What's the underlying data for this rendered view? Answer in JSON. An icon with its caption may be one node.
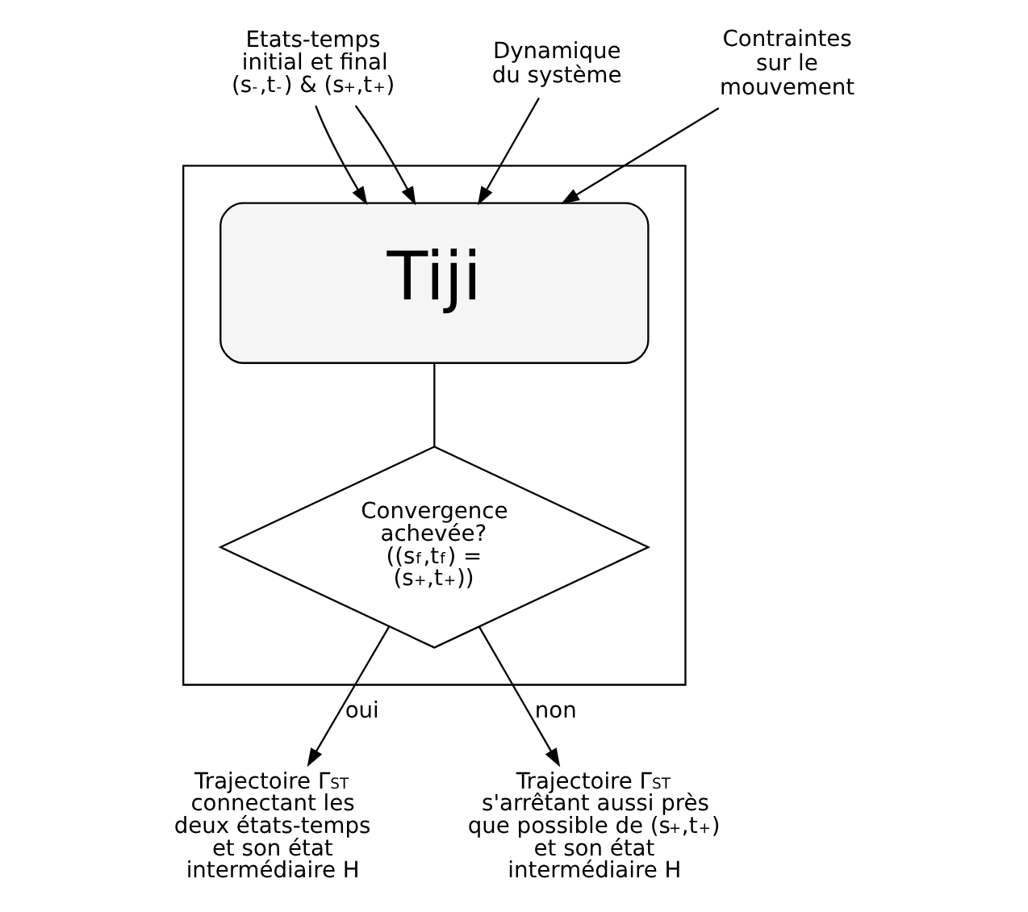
{
  "diagram": {
    "nodes": [
      {
        "text": [],
        "shape": "box"
      },
      {
        "text": [
          "Tiji"
        ],
        "in": 0
      },
      {
        "text": [
          "Convergence achevée? ((s$_{f}$,t$_{f}$) = (s$_{+}$,t$_{+}$))"
        ],
        "in": 0
      },
      {
        "text": [
          "Etats-temps initial et final (s$_{-}$,t$_{-}$) & (s$_{+}$,t$_{+}$)"
        ]
      },
      {
        "text": [
          "Dynamique du système"
        ]
      },
      {
        "text": [
          "Contraintes sur le mouvement"
        ]
      },
      {
        "text": [
          "Trajectoire Γ$_{ST}$ connectant les deux états-temps et son état intermédiaire H"
        ]
      },
      {
        "text": [
          "Trajectoire Γ$_{ST}$ s'arrêtant aussi près que possible de (s$_{+}$,t$_{+}$) et son état intermédiaire H"
        ]
      }
    ],
    "edges": [
      {
        "from": 3,
        "to": 1,
        "arrow": "to"
      },
      {
        "from": 3,
        "to": 1,
        "arrow": "to"
      },
      {
        "from": 4,
        "to": 1,
        "arrow": "to"
      },
      {
        "from": 5,
        "to": 1,
        "arrow": "to"
      },
      {
        "from": 1,
        "to": 2,
        "arrow": "none"
      },
      {
        "from": 2,
        "to": 6,
        "label": "oui",
        "arrow": "to"
      },
      {
        "from": 2,
        "to": 7,
        "label": "non",
        "arrow": "to"
      }
    ]
  }
}
